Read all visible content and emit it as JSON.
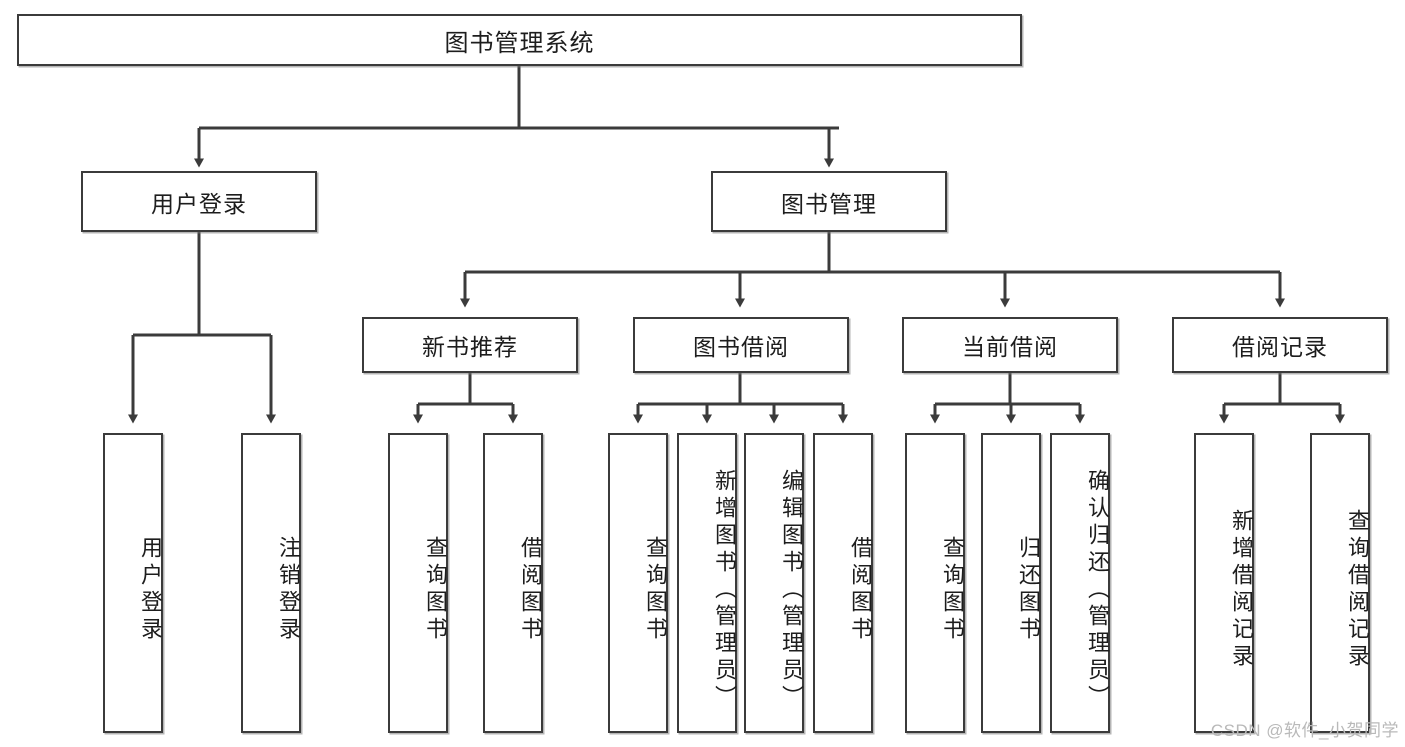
{
  "diagram": {
    "title": "图书管理系统",
    "watermark": "CSDN @软件_小贺同学",
    "colors": {
      "stroke": "#3b3b3b",
      "fill": "#ffffff",
      "text": "#1d1d1d",
      "watermark": "#b9b9b9"
    },
    "levels": {
      "root": {
        "label": "图书管理系统"
      },
      "level2": [
        {
          "label": "用户登录"
        },
        {
          "label": "图书管理"
        }
      ],
      "level3": [
        {
          "label": "新书推荐"
        },
        {
          "label": "图书借阅"
        },
        {
          "label": "当前借阅"
        },
        {
          "label": "借阅记录"
        }
      ],
      "leaves": [
        {
          "label": "用户登录"
        },
        {
          "label": "注销登录"
        },
        {
          "label": "查询图书"
        },
        {
          "label": "借阅图书"
        },
        {
          "label": "查询图书"
        },
        {
          "label": "新增图书（管理员）"
        },
        {
          "label": "编辑图书（管理员）"
        },
        {
          "label": "借阅图书"
        },
        {
          "label": "查询图书"
        },
        {
          "label": "归还图书"
        },
        {
          "label": "确认归还（管理员）"
        },
        {
          "label": "新增借阅记录"
        },
        {
          "label": "查询借阅记录"
        }
      ]
    }
  }
}
